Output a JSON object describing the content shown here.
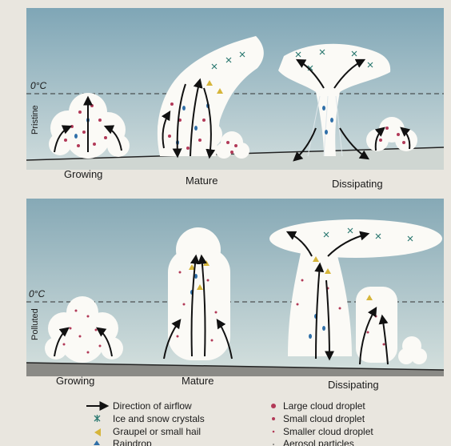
{
  "panels": {
    "pristine": {
      "side_label": "Pristine",
      "freezing_label": "0°C",
      "stages": [
        "Growing",
        "Mature",
        "Dissipating"
      ]
    },
    "polluted": {
      "side_label": "Polluted",
      "freezing_label": "0°C",
      "stages": [
        "Growing",
        "Mature",
        "Dissipating"
      ]
    }
  },
  "legend": {
    "left": [
      {
        "icon": "arrow-icon",
        "label": "Direction of airflow"
      },
      {
        "icon": "asterisk-icon",
        "label": "Ice and snow crystals"
      },
      {
        "icon": "triangle-icon",
        "label": "Graupel or small hail"
      },
      {
        "icon": "drop-icon",
        "label": "Raindrop"
      }
    ],
    "right": [
      {
        "icon": "large-dot-icon",
        "label": "Large cloud droplet"
      },
      {
        "icon": "small-dot-icon",
        "label": "Small cloud droplet"
      },
      {
        "icon": "tiny-dot-icon",
        "label": "Smaller cloud droplet"
      },
      {
        "icon": "speck-icon",
        "label": "Aerosol particles"
      }
    ]
  },
  "colors": {
    "sky_top": "#8fb2bf",
    "sky_bottom": "#c9d8d8",
    "cloud": "#fbfaf6",
    "droplet": "#b23a58",
    "raindrop": "#2f6fa8",
    "ice": "#2e7a72",
    "graupel": "#d6b53a"
  }
}
